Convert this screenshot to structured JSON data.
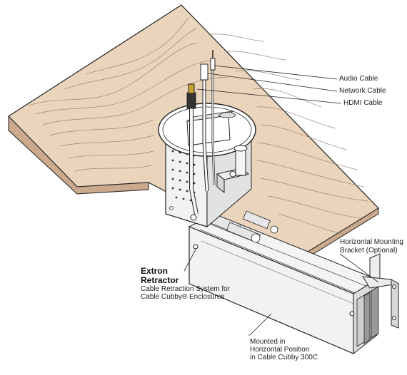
{
  "labels": {
    "audio_cable": "Audio Cable",
    "network_cable": "Network Cable",
    "hdmi_cable": "HDMI Cable",
    "bracket_line1": "Horizontal Mounting",
    "bracket_line2": "Bracket (Optional)",
    "product_line1": "Extron",
    "product_line2": "Retractor",
    "desc_line1": "Cable Retraction System for",
    "desc_line2": "Cable Cubby® Enclosures",
    "mount_line1": "Mounted in",
    "mount_line2": "Horizontal Position",
    "mount_line3": "in Cable Cubby 300C"
  },
  "colors": {
    "wood": "#ead5bc",
    "wood_grain": "#9c8470",
    "wood_edge": "#caa98c",
    "outline": "#222222",
    "metal": "#f2f2f2",
    "metal_dark": "#cfcfcf"
  }
}
